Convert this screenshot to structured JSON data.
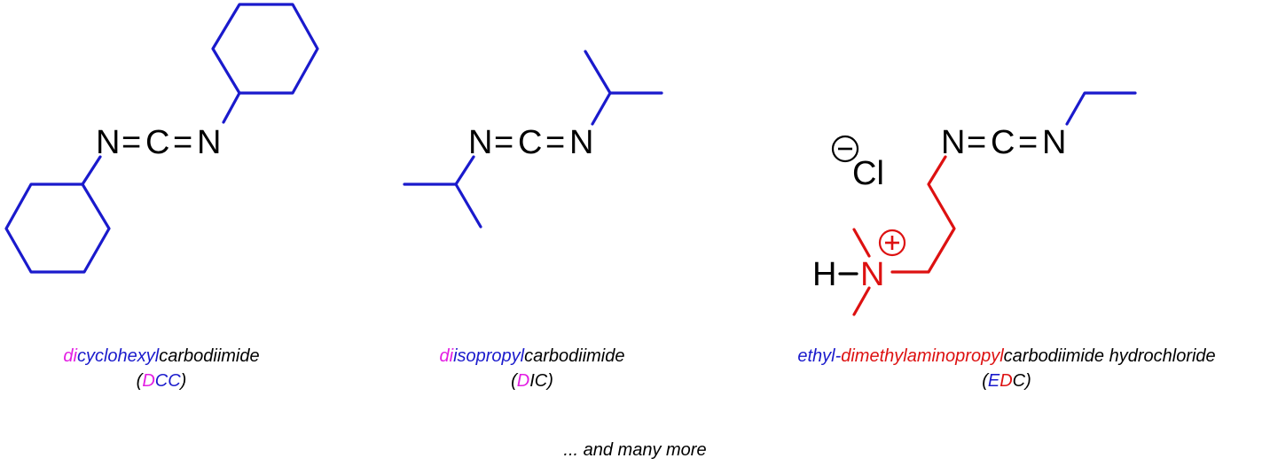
{
  "colors": {
    "blue": "#1a1acc",
    "red": "#dd1111",
    "magenta": "#e31ce3",
    "black": "#000000"
  },
  "atoms": {
    "N": "N",
    "C": "C",
    "H": "H",
    "Cl": "Cl",
    "eq": "="
  },
  "dcc": {
    "name_di": "di",
    "name_cyclohexyl": "cyclohexyl",
    "name_rest": "carbodiimide",
    "abbr_open": "(",
    "abbr_D": "D",
    "abbr_CC": "CC",
    "abbr_close": ")"
  },
  "dic": {
    "name_di": "di",
    "name_isopropyl": "isopropyl",
    "name_rest": "carbodiimide",
    "abbr_open": "(",
    "abbr_D": "D",
    "abbr_IC": "IC",
    "abbr_close": ")"
  },
  "edc": {
    "name_ethyl": "ethyl-",
    "name_dmap": "dimethylaminopropyl",
    "name_rest": "carbodiimide hydrochloride",
    "abbr_open": "(",
    "abbr_E": "E",
    "abbr_D": "D",
    "abbr_C": "C",
    "abbr_close": ")"
  },
  "footer": "... and many more"
}
